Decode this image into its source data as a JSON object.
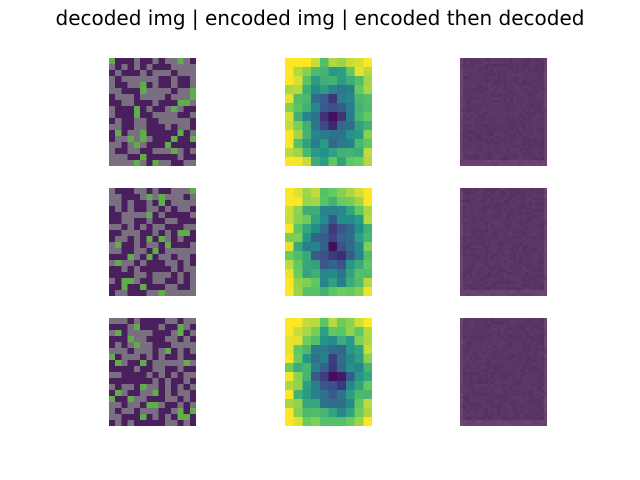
{
  "title": "decoded img | encoded img | encoded then decoded",
  "rows": [
    {
      "decoded": "decoded-1",
      "encoded": "encoded-1",
      "reconstructed": "reconstructed-1"
    },
    {
      "decoded": "decoded-2",
      "encoded": "encoded-2",
      "reconstructed": "reconstructed-2"
    },
    {
      "decoded": "decoded-3",
      "encoded": "encoded-3",
      "reconstructed": "reconstructed-3"
    }
  ],
  "colors": {
    "background": "#ffffff",
    "viridis_low": "#440154",
    "viridis_mid": "#21918c",
    "viridis_high": "#fde725"
  }
}
